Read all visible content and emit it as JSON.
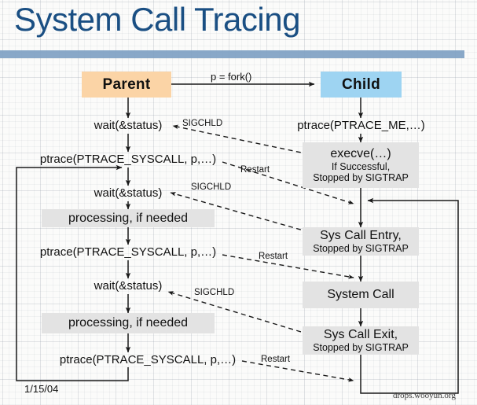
{
  "slide": {
    "title": "System Call Tracing",
    "date": "1/15/04",
    "watermark": "drops.wooyun.org",
    "colors": {
      "title": "#1a4f83",
      "rule": "#7fa1c3",
      "parent_box": "#fbd4a6",
      "child_box": "#9ed4f2",
      "step_box": "#e3e3e3",
      "stroke": "#1a1a1a"
    }
  },
  "parent_column": {
    "header": "Parent",
    "steps": [
      {
        "main": "wait(&status)",
        "sub": ""
      },
      {
        "main": "ptrace(PTRACE_SYSCALL, p,…)",
        "sub": ""
      },
      {
        "main": "wait(&status)",
        "sub": ""
      },
      {
        "main": "processing, if needed",
        "sub": ""
      },
      {
        "main": "ptrace(PTRACE_SYSCALL, p,…)",
        "sub": ""
      },
      {
        "main": "wait(&status)",
        "sub": ""
      },
      {
        "main": "processing, if needed",
        "sub": ""
      },
      {
        "main": "ptrace(PTRACE_SYSCALL, p,…)",
        "sub": ""
      }
    ]
  },
  "child_column": {
    "header": "Child",
    "steps": [
      {
        "main": "ptrace(PTRACE_ME,…)",
        "sub": ""
      },
      {
        "main": "execve(…)",
        "sub_1": "If Successful,",
        "sub_2": "Stopped by SIGTRAP"
      },
      {
        "main": "Sys Call Entry,",
        "sub_1": "Stopped by SIGTRAP"
      },
      {
        "main": "System Call",
        "sub_1": ""
      },
      {
        "main": "Sys Call Exit,",
        "sub_1": "Stopped by SIGTRAP"
      }
    ]
  },
  "edges": {
    "fork": "p = fork()",
    "sigchld_1": "SIGCHLD",
    "sigchld_2": "SIGCHLD",
    "sigchld_3": "SIGCHLD",
    "restart_1": "Restart",
    "restart_2": "Restart",
    "restart_3": "Restart"
  }
}
